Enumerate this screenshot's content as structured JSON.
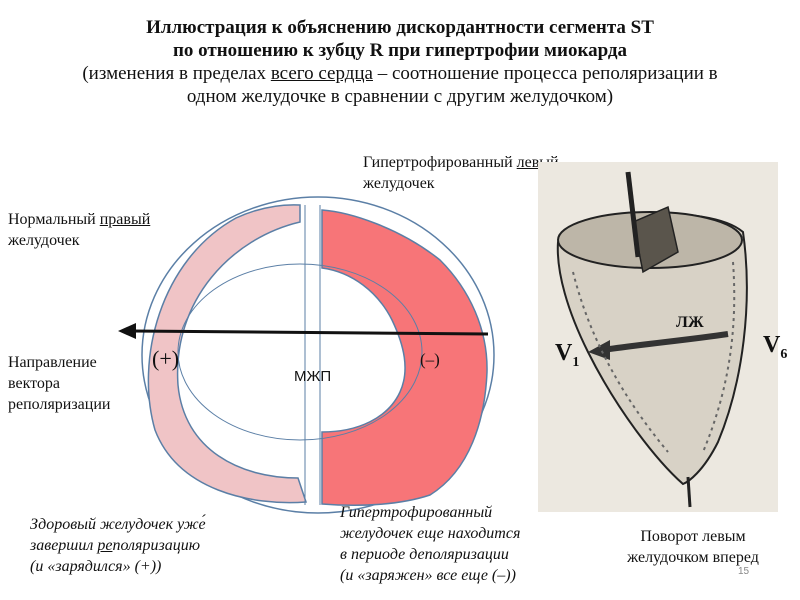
{
  "slide": {
    "title_line1": "Иллюстрация к объяснению дискордантности сегмента ST",
    "title_line2": "по отношению к зубцу R при гипертрофии миокарда",
    "subtitle_pre": "(изменения в пределах ",
    "subtitle_underlined": "всего сердца",
    "subtitle_post": " – соотношение процесса реполяризации в",
    "subtitle_line2": "одном желудочке в сравнении с другим желудочком)",
    "page_number": "15"
  },
  "labels": {
    "left_ventricle_pre": "Гипертрофированный ",
    "left_ventricle_underlined": "левый",
    "left_ventricle_line2": "желудочек",
    "right_ventricle_pre": "Нормальный ",
    "right_ventricle_underlined": "правый",
    "right_ventricle_line2": "желудочек",
    "vector_line1": "Направление",
    "vector_line2": "вектора",
    "vector_line3": "реполяризации",
    "plus": "(+)",
    "minus": "(–)",
    "septum": "МЖП",
    "lv_abbrev": "ЛЖ",
    "v1_main": "V",
    "v1_sub": "1",
    "v6_main": "V",
    "v6_sub": "6"
  },
  "captions": {
    "healthy_line1": "Здоровый желудочек уже́",
    "healthy_line2_pre": "завершил   ",
    "healthy_line2_underlined": "ре",
    "healthy_line2_post": "поляризацию",
    "healthy_line3": "(и «зарядился» (+))",
    "hyper_line1": "Гипертрофированный",
    "hyper_line2": "желудочек еще   находится",
    "hyper_line3": "в периоде деполяризации",
    "hyper_line4": "(и «заряжен» все еще  (–))",
    "rotation_line1": "Поворот левым",
    "rotation_line2": "желудочком вперед"
  },
  "colors": {
    "right_ventricle_fill": "#f0c4c6",
    "left_ventricle_fill": "#f77578",
    "outline": "#5b7fa6"
  }
}
